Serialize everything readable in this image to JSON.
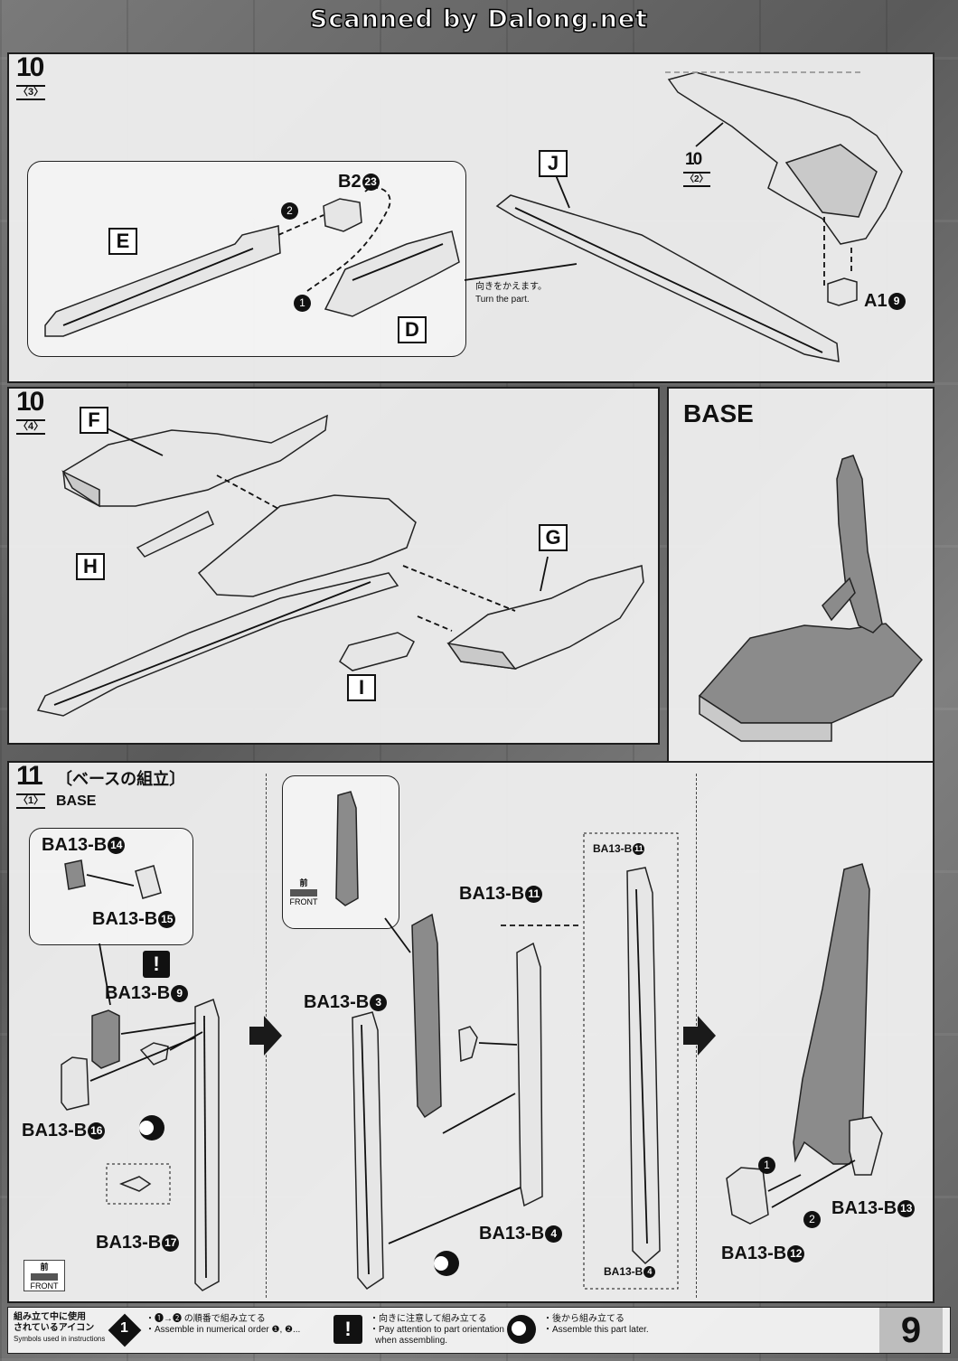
{
  "header": {
    "scan_credit": "Scanned by Dalong.net"
  },
  "step10_3": {
    "step": "10",
    "substep": "〈3〉",
    "parts": {
      "E": "E",
      "D": "D",
      "J": "J",
      "b2": "B2",
      "b2_num": "23",
      "a1": "A1",
      "a1_num": "9"
    },
    "order_1": "1",
    "order_2": "2",
    "ref_step": "10",
    "ref_sub": "〈2〉",
    "note_jp": "向きをかえます。",
    "note_en": "Turn the part."
  },
  "step10_4": {
    "step": "10",
    "substep": "〈4〉",
    "parts": {
      "F": "F",
      "G": "G",
      "H": "H",
      "I": "I"
    }
  },
  "base_panel": {
    "title": "BASE"
  },
  "step11": {
    "step": "11",
    "substep": "〈1〉",
    "title_jp": "〔ベースの組立〕",
    "title_en": "BASE",
    "labels": {
      "b14": "BA13-B",
      "b14_n": "14",
      "b15": "BA13-B",
      "b15_n": "15",
      "b9": "BA13-B",
      "b9_n": "9",
      "b16": "BA13-B",
      "b16_n": "16",
      "b17": "BA13-B",
      "b17_n": "17",
      "b3": "BA13-B",
      "b3_n": "3",
      "b11": "BA13-B",
      "b11_n": "11",
      "b4": "BA13-B",
      "b4_n": "4",
      "b11s": "BA13-B",
      "b11s_n": "11",
      "b4s": "BA13-B",
      "b4s_n": "4",
      "b13": "BA13-B",
      "b13_n": "13",
      "b12": "BA13-B",
      "b12_n": "12"
    },
    "front_jp": "前",
    "front_en": "FRONT",
    "order_1": "1",
    "order_2": "2"
  },
  "footer": {
    "title_jp_1": "組み立て中に使用",
    "title_jp_2": "されているアイコン",
    "title_en": "Symbols used in instructions",
    "legend1_num": "1",
    "legend1_jp": "・❶→❷ の順番で組み立てる",
    "legend1_en": "・Assemble in numerical order ❶, ❷...",
    "legend2_sym": "!",
    "legend2_jp": "・向きに注意して組み立てる",
    "legend2_en1": "・Pay attention to part orientation",
    "legend2_en2": "when assembling.",
    "legend3_jp": "・後から組み立てる",
    "legend3_en": "・Assemble this part later.",
    "page": "9"
  }
}
